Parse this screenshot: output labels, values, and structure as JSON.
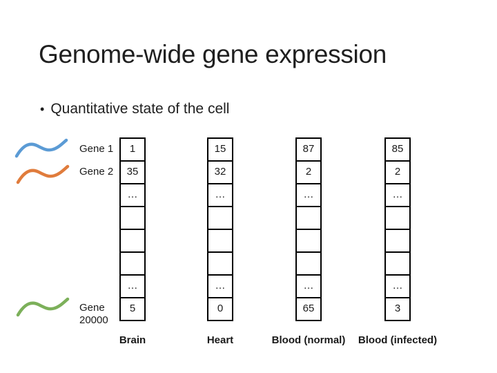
{
  "slide": {
    "title": "Genome-wide gene expression",
    "bullet_marker": "•",
    "bullet_text": "Quantitative state of the cell"
  },
  "genes": [
    {
      "label": "Gene 1",
      "icon": "squiggle-icon",
      "squiggle_color": "#5B9BD5"
    },
    {
      "label": "Gene 2",
      "icon": "squiggle-icon",
      "squiggle_color": "#E07C3C"
    },
    {
      "label": "Gene 20000",
      "icon": "squiggle-icon",
      "squiggle_color": "#7CB05A"
    }
  ],
  "matrix": {
    "ellipsis": "…",
    "columns": [
      {
        "label": "Brain",
        "cells": [
          "1",
          "35",
          "…",
          "",
          "",
          "",
          "…",
          "5"
        ]
      },
      {
        "label": "Heart",
        "cells": [
          "15",
          "32",
          "…",
          "",
          "",
          "",
          "…",
          "0"
        ]
      },
      {
        "label": "Blood (normal)",
        "cells": [
          "87",
          "2",
          "…",
          "",
          "",
          "",
          "…",
          "65"
        ]
      },
      {
        "label": "Blood (infected)",
        "cells": [
          "85",
          "2",
          "…",
          "",
          "",
          "",
          "…",
          "3"
        ]
      }
    ]
  }
}
